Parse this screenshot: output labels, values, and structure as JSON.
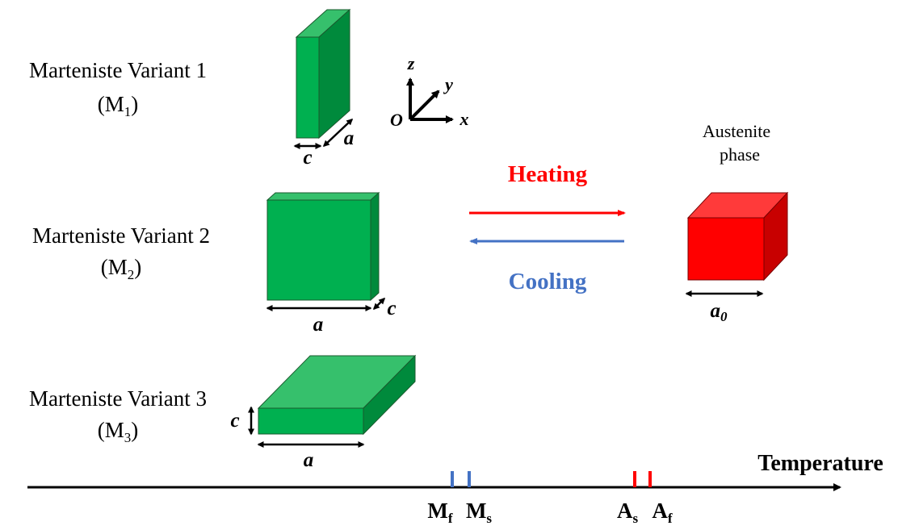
{
  "variants": [
    {
      "name": "Marteniste Variant 1",
      "symbol": "M",
      "sub": "1"
    },
    {
      "name": "Marteniste Variant 2",
      "symbol": "M",
      "sub": "2"
    },
    {
      "name": "Marteniste Variant 3",
      "symbol": "M",
      "sub": "3"
    }
  ],
  "dims": {
    "a": "a",
    "c": "c",
    "a0": "a",
    "a0_sub": "0"
  },
  "axes": {
    "origin": "O",
    "x": "x",
    "y": "y",
    "z": "z"
  },
  "austenite": {
    "line1": "Austenite",
    "line2": "phase"
  },
  "process": {
    "heating": "Heating",
    "cooling": "Cooling"
  },
  "temperature_axis": {
    "label": "Temperature",
    "markers": [
      {
        "main": "M",
        "sub": "f",
        "color": "#4472c4"
      },
      {
        "main": "M",
        "sub": "s",
        "color": "#4472c4"
      },
      {
        "main": "A",
        "sub": "s",
        "color": "#ff0000"
      },
      {
        "main": "A",
        "sub": "f",
        "color": "#ff0000"
      }
    ]
  },
  "colors": {
    "green_front": "#00b050",
    "green_top": "#36c06c",
    "green_side": "#008a3c",
    "red_front": "#ff0000",
    "red_top": "#ff3a3a",
    "red_side": "#c80000",
    "heating": "#ff0000",
    "cooling": "#4472c4",
    "ink": "#000000"
  }
}
